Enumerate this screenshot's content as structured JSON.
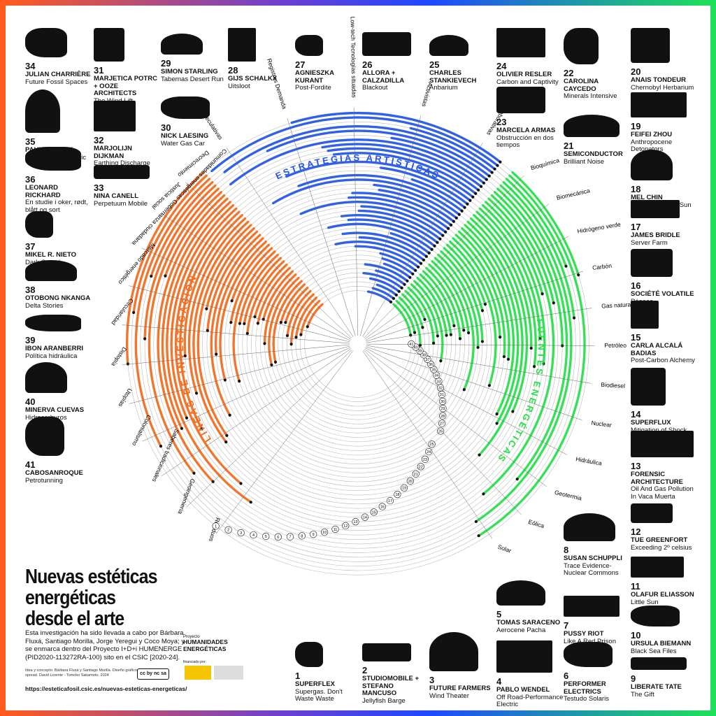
{
  "title_lines": [
    "Nuevas estéticas",
    "energéticas",
    "desde el arte"
  ],
  "description": "Esta investigación ha sido llevada a cabo por Bárbara Fluxá, Santiago Morilla, Jorge Yeregui y Coco Moya; y se enmarca dentro del Proyecto I+D+i HUMENERGE (PID2020-113272RA-100) sito en el CSIC [2020-24].",
  "credits": "Idea y concepto: Bárbara Fluxá y Santiago Morilla. Diseño gráfico: spread. David Lorente - Tomoko Sakamoto. 2024",
  "url": "https://esteticafosil.csic.es/nuevas-esteticas-energeticas/",
  "project_label": "Proyecto",
  "project_name": [
    "HUMANIDADES",
    "ENERGÉTICAS"
  ],
  "funded_label": "financiado por:",
  "cc_label": "cc by nc sa",
  "sections": {
    "artistic": {
      "label": "ESTRATEGIAS ARTÍSTICAS",
      "color": "#2255e8",
      "categories": [
        "Especulativas",
        "Registros Demanda",
        "Low-tech Tecnologías situadas",
        "Activistas",
        "Colaborativas"
      ]
    },
    "energy": {
      "label": "FUENTES ENERGÉTICAS",
      "color": "#27e04a",
      "categories": [
        "Bioquímica",
        "Biomecánica",
        "Hidrógeno verde",
        "Carbón",
        "Gas natural",
        "Petróleo",
        "Biodiesel",
        "Nuclear",
        "Hidráulica",
        "Geotermia",
        "Eólica",
        "Solar"
      ]
    },
    "research": {
      "label": "LÍNEAS DE INVESTIGACIÓN",
      "color": "#f26b1d",
      "categories": [
        "Residuos",
        "Geoingeniería",
        "Saberes tradicionales",
        "Colonialismo",
        "Utopías",
        "Distopía",
        "Circularidad",
        "Mercado energético",
        "Comunidades energéticas Gobernanza ciudadana",
        "Justicia social",
        "Decrecimiento"
      ]
    }
  },
  "ring_numbers": [
    "1",
    "2",
    "3",
    "4",
    "5",
    "6",
    "7",
    "8",
    "9",
    "10",
    "11",
    "12",
    "13",
    "14",
    "15",
    "16",
    "17",
    "18",
    "19",
    "20",
    "21",
    "22",
    "23",
    "24",
    "25",
    "26",
    "27",
    "28",
    "29",
    "30",
    "31",
    "32",
    "33",
    "34",
    "35",
    "36",
    "37",
    "38",
    "39",
    "40",
    "41"
  ],
  "artists": [
    {
      "num": "34",
      "name": "JULIAN CHARRIÈRE",
      "work": "Future Fossil Spaces",
      "icon": "fossil-spaces-icon"
    },
    {
      "num": "31",
      "name": "MARJETICA POTRC + OOZE ARCHITECTS",
      "work": "The Wind Lift",
      "icon": "wind-lift-icon"
    },
    {
      "num": "29",
      "name": "SIMON STARLING",
      "work": "Tabernas Desert Run",
      "icon": "bicycle-icon"
    },
    {
      "num": "28",
      "name": "GIJS SCHALKX",
      "work": "Uitsloot",
      "icon": "motorbike-icon"
    },
    {
      "num": "27",
      "name": "AGNIESZKA KURANT",
      "work": "Post-Fordite",
      "icon": "fordite-icon"
    },
    {
      "num": "26",
      "name": "ALLORA + CALZADILLA",
      "work": "Blackout",
      "icon": "blackout-icon"
    },
    {
      "num": "25",
      "name": "CHARLES STANKIEVECH",
      "work": "Anbarium",
      "icon": "anbarium-icon"
    },
    {
      "num": "24",
      "name": "OLIVIER RESLER",
      "work": "Carbon and Captivity",
      "icon": "carbon-captivity-icon"
    },
    {
      "num": "22",
      "name": "CAROLINA CAYCEDO",
      "work": "Minerals Intensive",
      "icon": "minerals-icon"
    },
    {
      "num": "20",
      "name": "ANAIS TONDEUR",
      "work": "Chernobyl Herbarium",
      "icon": "herbarium-icon"
    },
    {
      "num": "35",
      "name": "PAUL CHANEY",
      "work": "Breastploughometric",
      "icon": "plough-icon"
    },
    {
      "num": "32",
      "name": "MARJOLIJN DIJKMAN",
      "work": "Earthing Discharge",
      "icon": "discharge-icon"
    },
    {
      "num": "30",
      "name": "NICK LAESING",
      "work": "Water Gas Car",
      "icon": "water-gas-car-icon"
    },
    {
      "num": "23",
      "name": "MARCELA ARMAS",
      "work": "Obstrucción en dos tiempos",
      "icon": "obstruccion-icon"
    },
    {
      "num": "21",
      "name": "SEMICONDUCTOR",
      "work": "Brilliant Noise",
      "icon": "brilliant-noise-icon"
    },
    {
      "num": "19",
      "name": "FEIFEI ZHOU",
      "work": "Anthropocene Detonators",
      "icon": "detonators-icon"
    },
    {
      "num": "36",
      "name": "LEONARD RICKHARD",
      "work": "En studie i oker, rødt, blått og sort",
      "icon": "house-icon"
    },
    {
      "num": "33",
      "name": "NINA CANELL",
      "work": "Perpetuum Mobile",
      "icon": "perpetuum-icon"
    },
    {
      "num": "18",
      "name": "MEL CHIN",
      "work": "The Bank of the Sun",
      "icon": "bank-sun-icon"
    },
    {
      "num": "17",
      "name": "JAMES BRIDLE",
      "work": "Server Farm",
      "icon": "server-farm-icon"
    },
    {
      "num": "37",
      "name": "MIKEL R. NIETO",
      "work": "Dark Sound",
      "icon": "dark-sound-icon"
    },
    {
      "num": "16",
      "name": "SOCIÉTÉ VOLATILE",
      "work": "Pégase",
      "icon": "pegase-icon"
    },
    {
      "num": "38",
      "name": "OTOBONG NKANGA",
      "work": "Delta Stories",
      "icon": "delta-icon"
    },
    {
      "num": "15",
      "name": "CARLA ALCALÁ BADIAS",
      "work": "Post-Carbon Alchemy",
      "icon": "alchemy-icon"
    },
    {
      "num": "39",
      "name": "IBON ARANBERRI",
      "work": "Política hidráulica",
      "icon": "hidraulica-icon"
    },
    {
      "num": "14",
      "name": "SUPERFLUX",
      "work": "Mitigation of Shock",
      "icon": "mitigation-icon"
    },
    {
      "num": "40",
      "name": "MINERVA CUEVAS",
      "work": "Hidrocarburos",
      "icon": "plant-icon"
    },
    {
      "num": "13",
      "name": "FORENSIC ARCHITECTURE",
      "work": "Oil And Gas Pollution In Vaca Muerta",
      "icon": "vaca-muerta-icon"
    },
    {
      "num": "41",
      "name": "CABOSANROQUE",
      "work": "Petrotunning",
      "icon": "lamp-icon"
    },
    {
      "num": "12",
      "name": "TUE GREENFORT",
      "work": "Exceeding 2º celsius",
      "icon": "freezer-icon"
    },
    {
      "num": "8",
      "name": "SUSAN SCHUPPLI",
      "work": "Trace Evidence-Nuclear Commons",
      "icon": "trace-icon"
    },
    {
      "num": "11",
      "name": "OLAFUR ELIASSON",
      "work": "Little Sun",
      "icon": "little-sun-icon"
    },
    {
      "num": "10",
      "name": "URSULA BIEMANN",
      "work": "Black Sea Files",
      "icon": "black-sea-icon"
    },
    {
      "num": "9",
      "name": "LIBERATE TATE",
      "work": "The Gift",
      "icon": "gift-icon"
    },
    {
      "num": "5",
      "name": "TOMAS SARACENO",
      "work": "Aerocene Pacha",
      "icon": "aerocene-icon"
    },
    {
      "num": "7",
      "name": "PUSSY RIOT",
      "work": "Like A Red Prison",
      "icon": "red-prison-icon"
    },
    {
      "num": "1",
      "name": "SUPERFLEX",
      "work": "Supergas. Don't Waste Waste",
      "icon": "supergas-icon"
    },
    {
      "num": "2",
      "name": "STUDIOMOBILE + STEFANO MANCUSO",
      "work": "Jellyfish Barge",
      "icon": "barge-icon"
    },
    {
      "num": "3",
      "name": "FUTURE FARMERS",
      "work": "Wind Theater",
      "icon": "wind-theater-icon"
    },
    {
      "num": "4",
      "name": "PABLO WENDEL",
      "work": "Off Road-Performance Electric",
      "icon": "turbines-icon"
    },
    {
      "num": "6",
      "name": "PERFORMER ELECTRICS",
      "work": "Testudo Solaris",
      "icon": "testudo-icon"
    }
  ]
}
